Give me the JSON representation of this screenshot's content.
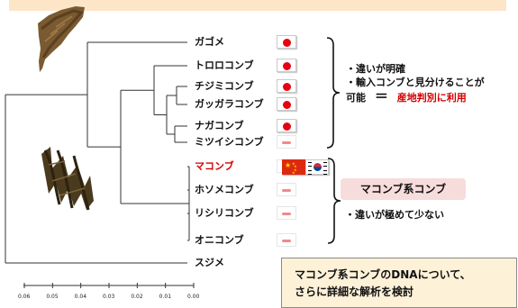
{
  "tree": {
    "taxa": [
      {
        "label": "ガゴメ",
        "color": "#111111",
        "flags": [
          "jp"
        ]
      },
      {
        "label": "トロロコンブ",
        "color": "#111111",
        "flags": [
          "jp"
        ]
      },
      {
        "label": "チジミコンブ",
        "color": "#111111",
        "flags": [
          "jp"
        ]
      },
      {
        "label": "ガッガラコンブ",
        "color": "#111111",
        "flags": [
          "jp"
        ]
      },
      {
        "label": "ナガコンブ",
        "color": "#111111",
        "flags": [
          "jp"
        ]
      },
      {
        "label": "ミツイシコンブ",
        "color": "#111111",
        "flags": [
          "jp-faint"
        ]
      },
      {
        "label": "マコンブ",
        "color": "#d40000",
        "flags": [
          "jp-faint",
          "cn",
          "kr"
        ]
      },
      {
        "label": "ホソメコンブ",
        "color": "#111111",
        "flags": [
          "jp-faint"
        ]
      },
      {
        "label": "リシリコンブ",
        "color": "#111111",
        "flags": [
          "jp-faint"
        ]
      },
      {
        "label": "オニコンブ",
        "color": "#111111",
        "flags": [
          "jp-faint"
        ]
      },
      {
        "label": "スジメ",
        "color": "#111111",
        "flags": []
      }
    ]
  },
  "scale": {
    "ticks": [
      "0.06",
      "0.05",
      "0.04",
      "0.03",
      "0.02",
      "0.01",
      "0.00"
    ]
  },
  "annotations": {
    "upper": {
      "line1": "・違いが明確",
      "line2": "・輸入コンブと見分けることが",
      "line3_a": "可能",
      "line3_eq": "＝",
      "line3_b": "産地判別に利用"
    },
    "lower": {
      "tag": "マコンブ系コンブ",
      "line1": "・違いが極めて少ない"
    },
    "box": {
      "line1": "マコンブ系コンブのDNAについて、",
      "line2": "さらに詳細な解析を検討"
    }
  },
  "colors": {
    "accent_red": "#d40000",
    "banner": "#fde6c8",
    "tag_bg": "#f7dcdc",
    "box_bg": "#fdf1d8"
  },
  "icons": [
    "kelp-photo-top",
    "kelp-photo-bottom",
    "flag-japan",
    "flag-china",
    "flag-korea",
    "brace"
  ]
}
